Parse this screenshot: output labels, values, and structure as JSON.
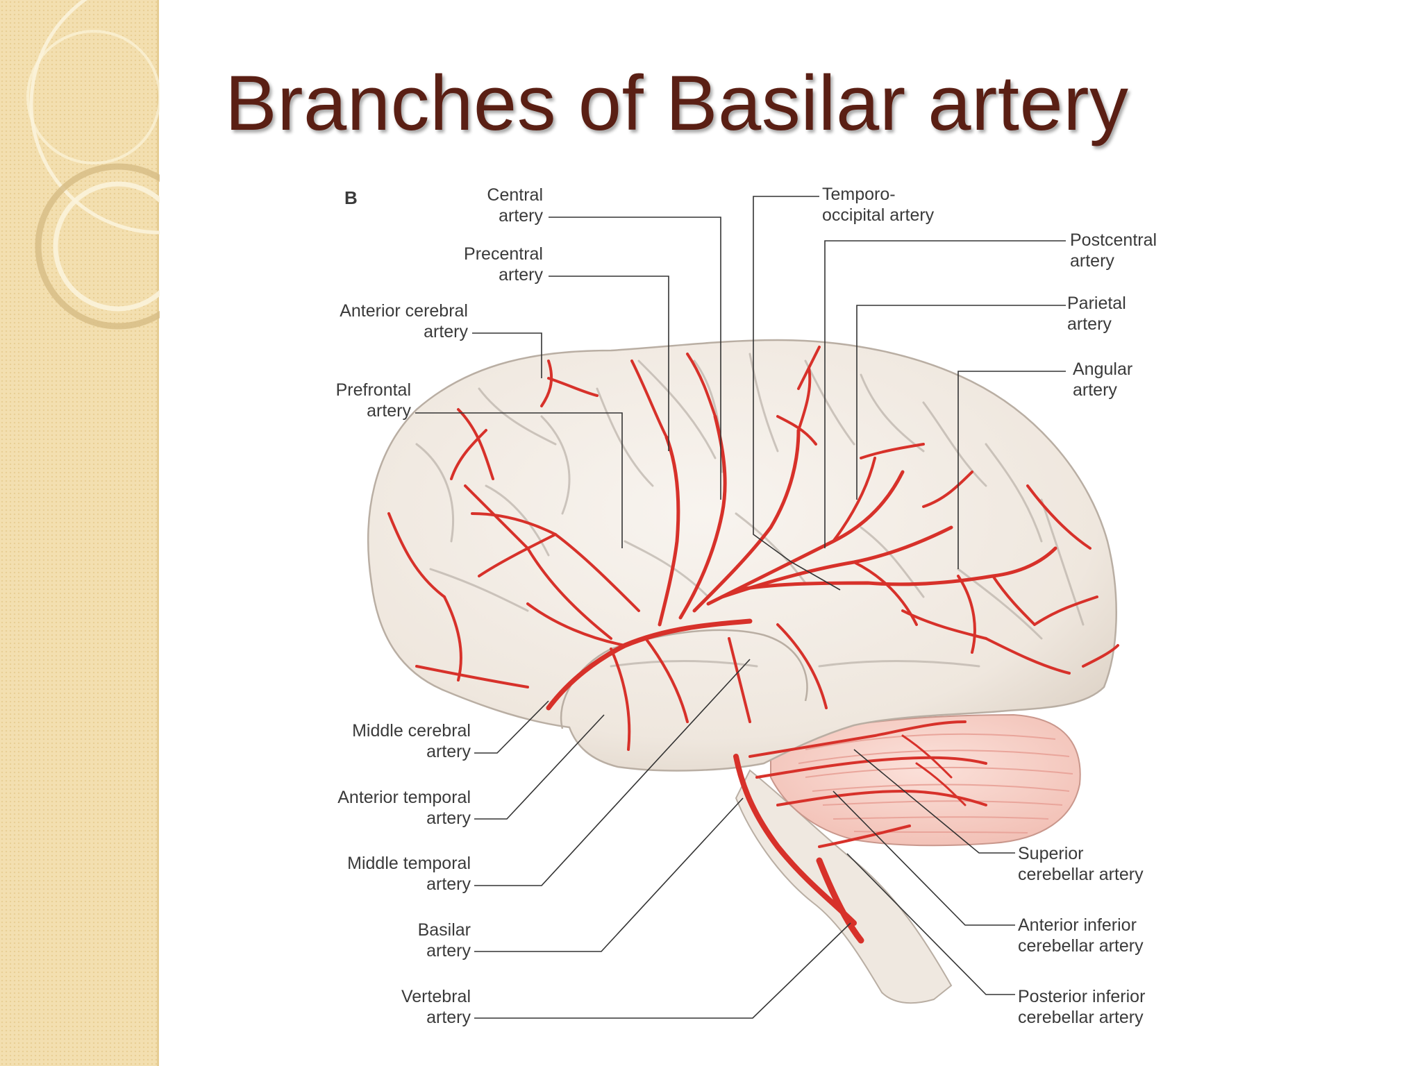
{
  "slide": {
    "title": "Branches of Basilar artery"
  },
  "figure": {
    "panel_letter": "B",
    "labels": {
      "central": [
        "Central",
        "artery"
      ],
      "precentral": [
        "Precentral",
        "artery"
      ],
      "anterior_cerebral": [
        "Anterior cerebral",
        "artery"
      ],
      "prefrontal": [
        "Prefrontal",
        "artery"
      ],
      "temporo_occipital": [
        "Temporo-",
        "occipital artery"
      ],
      "postcentral": [
        "Postcentral",
        "artery"
      ],
      "parietal": [
        "Parietal",
        "artery"
      ],
      "angular": [
        "Angular",
        "artery"
      ],
      "middle_cerebral": [
        "Middle cerebral",
        "artery"
      ],
      "anterior_temporal": [
        "Anterior temporal",
        "artery"
      ],
      "middle_temporal": [
        "Middle temporal",
        "artery"
      ],
      "basilar": [
        "Basilar",
        "artery"
      ],
      "vertebral": [
        "Vertebral",
        "artery"
      ],
      "superior_cerebellar": [
        "Superior",
        "cerebellar artery"
      ],
      "anterior_inferior_cerebellar": [
        "Anterior inferior",
        "cerebellar artery"
      ],
      "posterior_inferior_cerebellar": [
        "Posterior inferior",
        "cerebellar artery"
      ]
    }
  },
  "colors": {
    "title": "#5a1f14",
    "side_panel": "#f3dfb0",
    "artery": "#d7312a",
    "brain": "#f2ece5",
    "cerebellum": "#f6cfc6"
  }
}
